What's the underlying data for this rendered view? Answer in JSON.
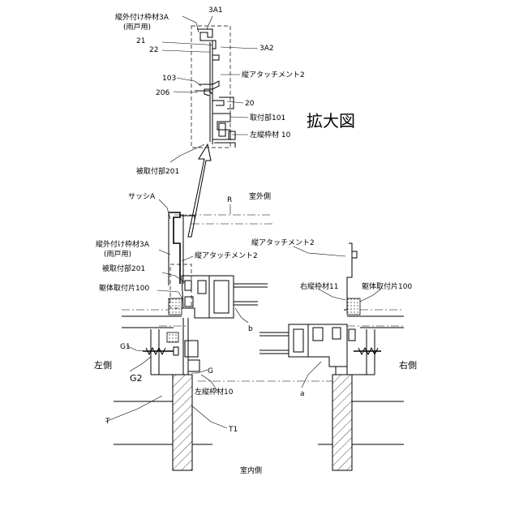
{
  "title": "拡大図",
  "detail": {
    "l_3a1": "3A1",
    "l_3a": "縦外付け枠材3A",
    "l_3a_sub": "(雨戸用)",
    "l_21": "21",
    "l_22": "22",
    "l_3a2": "3A2",
    "l_att2": "縦アタッチメント2",
    "l_103": "103",
    "l_206": "206",
    "l_20": "20",
    "l_101": "取付部101",
    "l_10": "左縦枠材 10",
    "l_201": "被取付部201"
  },
  "main": {
    "sash": "サッシA",
    "outside": "室外側",
    "r": "R",
    "l_3a": "縦外付け枠材3A",
    "l_3a_sub": "(雨戸用)",
    "att2_left": "縦アタッチメント2",
    "l_201": "被取付部201",
    "bracket_left": "躯体取付片100",
    "b": "b",
    "g1": "G1",
    "g2": "G2",
    "g": "G",
    "left_side": "左側",
    "l_10": "左縦枠材10",
    "t": "T",
    "t1": "T1",
    "inside": "室内側",
    "att2_right": "縦アタッチメント2",
    "right_frame": "右縦枠材11",
    "bracket_right": "躯体取付片100",
    "right_side": "右側",
    "a": "a"
  }
}
